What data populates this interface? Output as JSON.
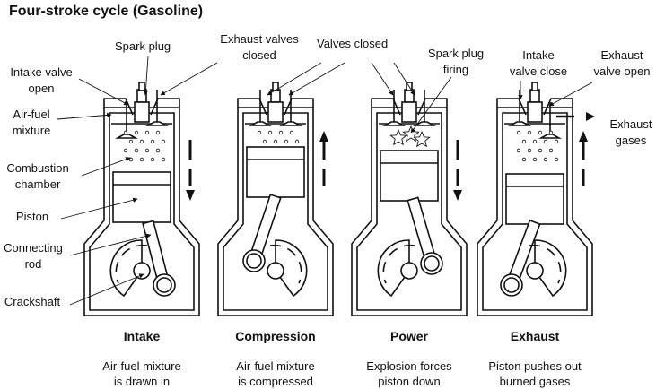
{
  "title": "Four-stroke cycle (Gasoline)",
  "callouts": {
    "spark_plug": "Spark plug",
    "exhaust_valves_closed": [
      "Exhaust valves",
      "closed"
    ],
    "valves_closed": "Valves closed",
    "spark_plug_firing": [
      "Spark plug",
      "firing"
    ],
    "intake_valve_close": [
      "Intake",
      "valve close"
    ],
    "exhaust_valve_open": [
      "Exhaust",
      "valve open"
    ],
    "exhaust_gases": [
      "Exhaust",
      "gases"
    ],
    "intake_valve_open": [
      "Intake valve",
      "open"
    ],
    "air_fuel_mixture": [
      "Air-fuel",
      "mixture"
    ],
    "combustion_chamber": [
      "Combustion",
      "chamber"
    ],
    "piston": "Piston",
    "connecting_rod": [
      "Connecting",
      "rod"
    ],
    "crankshaft": "Crackshaft"
  },
  "stages": [
    {
      "name": "Intake",
      "description": [
        "Air-fuel mixture",
        "is drawn in"
      ],
      "piston_direction": "down"
    },
    {
      "name": "Compression",
      "description": [
        "Air-fuel mixture",
        "is compressed"
      ],
      "piston_direction": "up"
    },
    {
      "name": "Power",
      "description": [
        "Explosion forces",
        "piston down"
      ],
      "piston_direction": "down"
    },
    {
      "name": "Exhaust",
      "description": [
        "Piston pushes out",
        "burned gases"
      ],
      "piston_direction": "up"
    }
  ]
}
